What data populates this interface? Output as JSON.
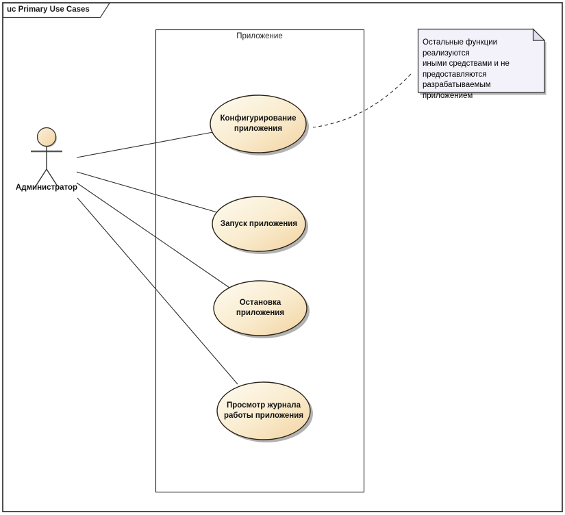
{
  "frame": {
    "label": "uc Primary Use Cases"
  },
  "system_boundary": {
    "label": "Приложение"
  },
  "actor": {
    "label": "Администратор"
  },
  "use_cases": [
    {
      "label": "Конфигурирование приложения"
    },
    {
      "label": "Запуск приложения"
    },
    {
      "label": "Остановка приложения"
    },
    {
      "label": "Просмотр журнала работы приложения"
    }
  ],
  "note": {
    "text_lines": [
      "Остальные функции реализуются",
      "иными средствами и не",
      "предоставляются",
      "разрабатываемым приложением"
    ]
  },
  "colors": {
    "ellipse_fill_light": "#FEFBF1",
    "ellipse_fill_dark": "#F2D2A0",
    "ellipse_stroke": "#2A2318",
    "shadow": "#B2B2B2",
    "note_fill": "#F3F1FA",
    "note_fold": "#E2DFF0",
    "connector": "#2B2B2B",
    "frame_stroke": "#3C3C3C"
  }
}
